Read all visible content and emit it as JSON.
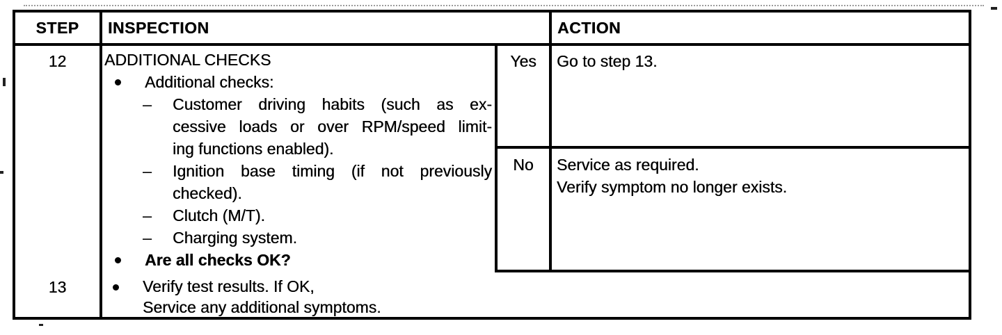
{
  "colors": {
    "ink": "#000000",
    "paper": "#ffffff"
  },
  "markers": {
    "dash": "–"
  },
  "header": {
    "step": "STEP",
    "inspection": "INSPECTION",
    "action": "ACTION"
  },
  "step12": {
    "number": "12",
    "title": "ADDITIONAL CHECKS",
    "bullet_intro": "Additional checks:",
    "dash_items": [
      {
        "lines": [
          "Customer driving habits (such as ex-",
          "cessive loads or over RPM/speed limit-",
          "ing functions enabled)."
        ]
      },
      {
        "lines": [
          "Ignition base timing (if not previously",
          "checked)."
        ]
      },
      {
        "lines": [
          "Clutch (M/T)."
        ]
      },
      {
        "lines": [
          "Charging system."
        ]
      }
    ],
    "bullet_question": "Are all checks OK?",
    "yes": {
      "label": "Yes",
      "action": "Go to step 13."
    },
    "no": {
      "label": "No",
      "action_lines": [
        "Service as required.",
        "Verify symptom no longer exists."
      ]
    }
  },
  "step13": {
    "number": "13",
    "lines": [
      "Verify test results. If OK,",
      "Service any additional symptoms."
    ]
  }
}
